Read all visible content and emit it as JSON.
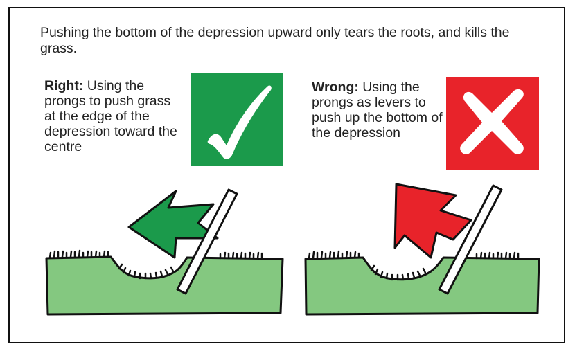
{
  "intro": "Pushing the bottom of the depression upward only tears the roots, and kills the grass.",
  "right": {
    "label": "Right:",
    "text": "Using the prongs to push grass at the edge of the depression toward the centre",
    "color": "#1b9a4b",
    "icon": "checkmark-icon"
  },
  "wrong": {
    "label": "Wrong:",
    "text": "Using the prongs as levers to push up the bottom of the depression",
    "color": "#e8232a",
    "icon": "cross-icon"
  },
  "colors": {
    "turf": "#84c880",
    "right_arrow": "#1b9a4b",
    "wrong_arrow": "#e8232a",
    "outline": "#111111"
  }
}
